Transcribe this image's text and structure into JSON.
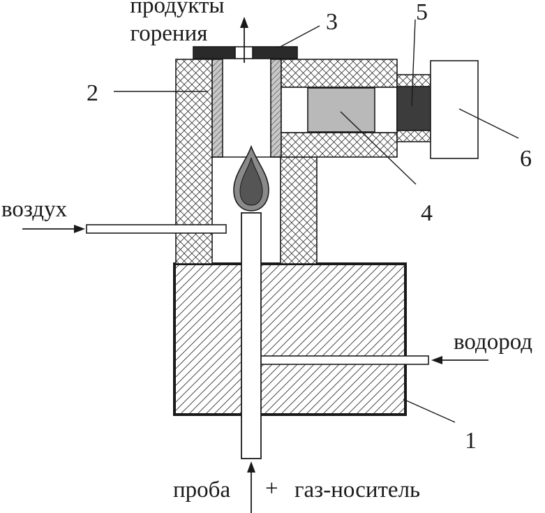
{
  "labels": {
    "combustion_products": [
      "продукты",
      "горения"
    ],
    "air": "воздух",
    "hydrogen": "водород",
    "bottom_line": {
      "sample": "проба",
      "plus": "+",
      "carrier_gas": "газ-носитель"
    },
    "numbers": {
      "n1": "1",
      "n2": "2",
      "n3": "3",
      "n4": "4",
      "n5": "5",
      "n6": "6"
    }
  },
  "colors": {
    "outline": "#1a1a1a",
    "hatch": "#3a3a3a",
    "insulator": "#c8c8c8",
    "photocell": "#b9b9b9",
    "filter": "#3c3c3c",
    "flame_outer": "#8a8a8a",
    "flame_inner": "#555555"
  }
}
